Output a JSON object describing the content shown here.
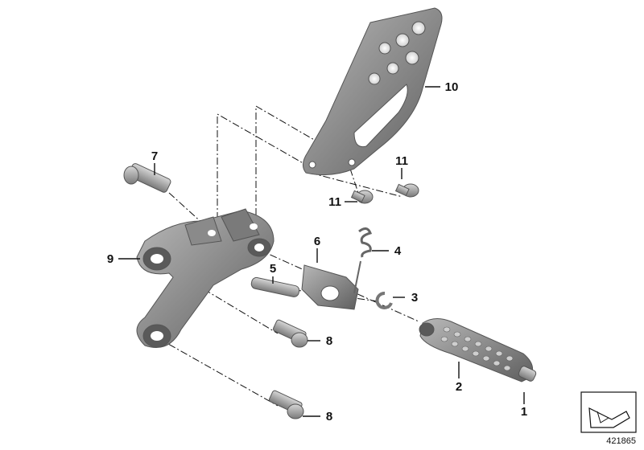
{
  "callouts": [
    {
      "label": "1"
    },
    {
      "label": "2"
    },
    {
      "label": "3"
    },
    {
      "label": "4"
    },
    {
      "label": "5"
    },
    {
      "label": "6"
    },
    {
      "label": "7"
    },
    {
      "label": "8"
    },
    {
      "label": "8"
    },
    {
      "label": "9"
    },
    {
      "label": "10"
    },
    {
      "label": "11"
    },
    {
      "label": "11"
    }
  ],
  "document_number": "421865",
  "colors": {
    "part_dark": "#6e6e6e",
    "part_mid": "#9a9a9a",
    "part_light": "#c8c8c8",
    "line": "#111111"
  }
}
